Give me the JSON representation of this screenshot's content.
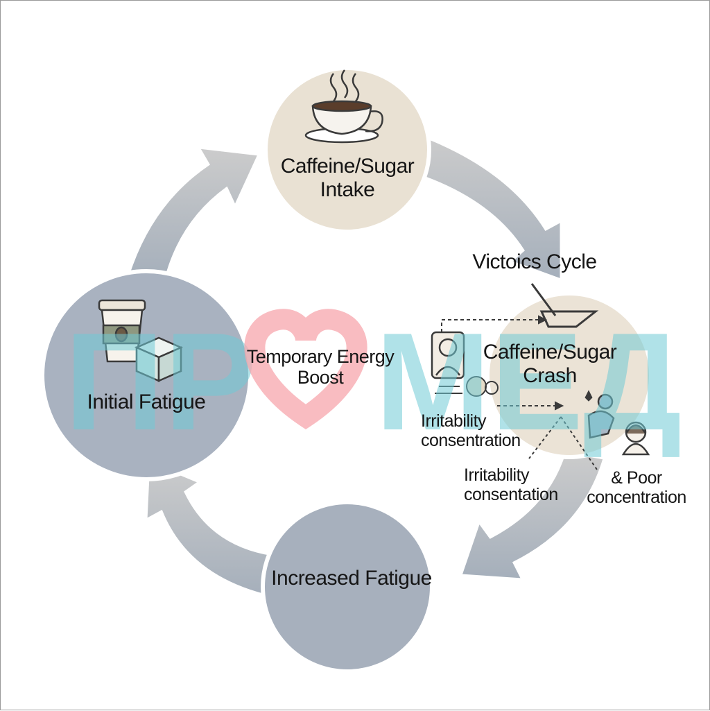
{
  "nodes": {
    "intake": {
      "label": "Caffeine/Sugar\nIntake",
      "fill": "#e9e1d3"
    },
    "crash": {
      "label": "Caffeine/Sugar\nCrash",
      "fill": "#ebe3d6"
    },
    "increased": {
      "label": "Increased Fatigue",
      "fill": "#a7b0bd"
    },
    "initial": {
      "label": "Initial Fatigue",
      "fill": "#a9b2c0"
    }
  },
  "cycle_title": "Victoics Cycle",
  "center_label": "Temporary Energy\nBoost",
  "annotations": {
    "irritability_1": "Irritability\nconsentration",
    "irritability_2": "Irritability\nconsentation",
    "poor": "& Poor\nconcentration"
  },
  "watermark": {
    "left": "ПР",
    "right": "МЕД",
    "color": "#6fcad6",
    "heart_color": "#f7a6ac"
  },
  "colors": {
    "arrow_top": "#c9c9c9",
    "arrow_bottom": "#a9b2bd",
    "outline": "#ffffff"
  }
}
